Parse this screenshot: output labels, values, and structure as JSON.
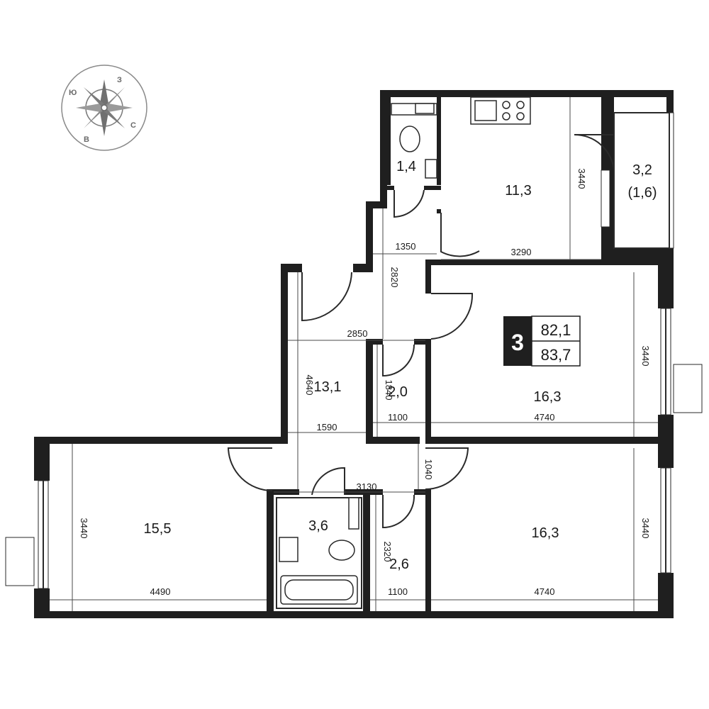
{
  "compass": {
    "letters": [
      "Ю",
      "З",
      "С",
      "В"
    ]
  },
  "apartment": {
    "rooms_count": "3",
    "area_total": "82,1",
    "area_with_balcony": "83,7"
  },
  "rooms": [
    {
      "id": "wc",
      "area": "1,4"
    },
    {
      "id": "kitchen",
      "area": "11,3"
    },
    {
      "id": "balcony",
      "area": "3,2",
      "area_reduced": "(1,6)"
    },
    {
      "id": "hall",
      "area": "13,1"
    },
    {
      "id": "closet-1",
      "area": "2,0"
    },
    {
      "id": "bedroom-right-top",
      "area": "16,3"
    },
    {
      "id": "bedroom-left",
      "area": "15,5"
    },
    {
      "id": "bathroom",
      "area": "3,6"
    },
    {
      "id": "closet-2",
      "area": "2,6"
    },
    {
      "id": "bedroom-right-bottom",
      "area": "16,3"
    }
  ],
  "dimensions": {
    "kitchen_height": "3440",
    "kitchen_width": "3290",
    "corridor_1350": "1350",
    "corridor_2820": "2820",
    "hall_2850": "2850",
    "hall_4640": "4640",
    "closet1_1840": "1840",
    "closet1_1100": "1100",
    "hall_1590": "1590",
    "bedroom_top_width": "4740",
    "bedroom_top_height": "3440",
    "corridor_3130": "3130",
    "corridor_1040": "1040",
    "closet2_2320": "2320",
    "closet2_1100": "1100",
    "bedroom_bottom_width": "4740",
    "bedroom_bottom_height": "3440",
    "bedroom_left_width": "4490",
    "bedroom_left_height": "3440"
  }
}
